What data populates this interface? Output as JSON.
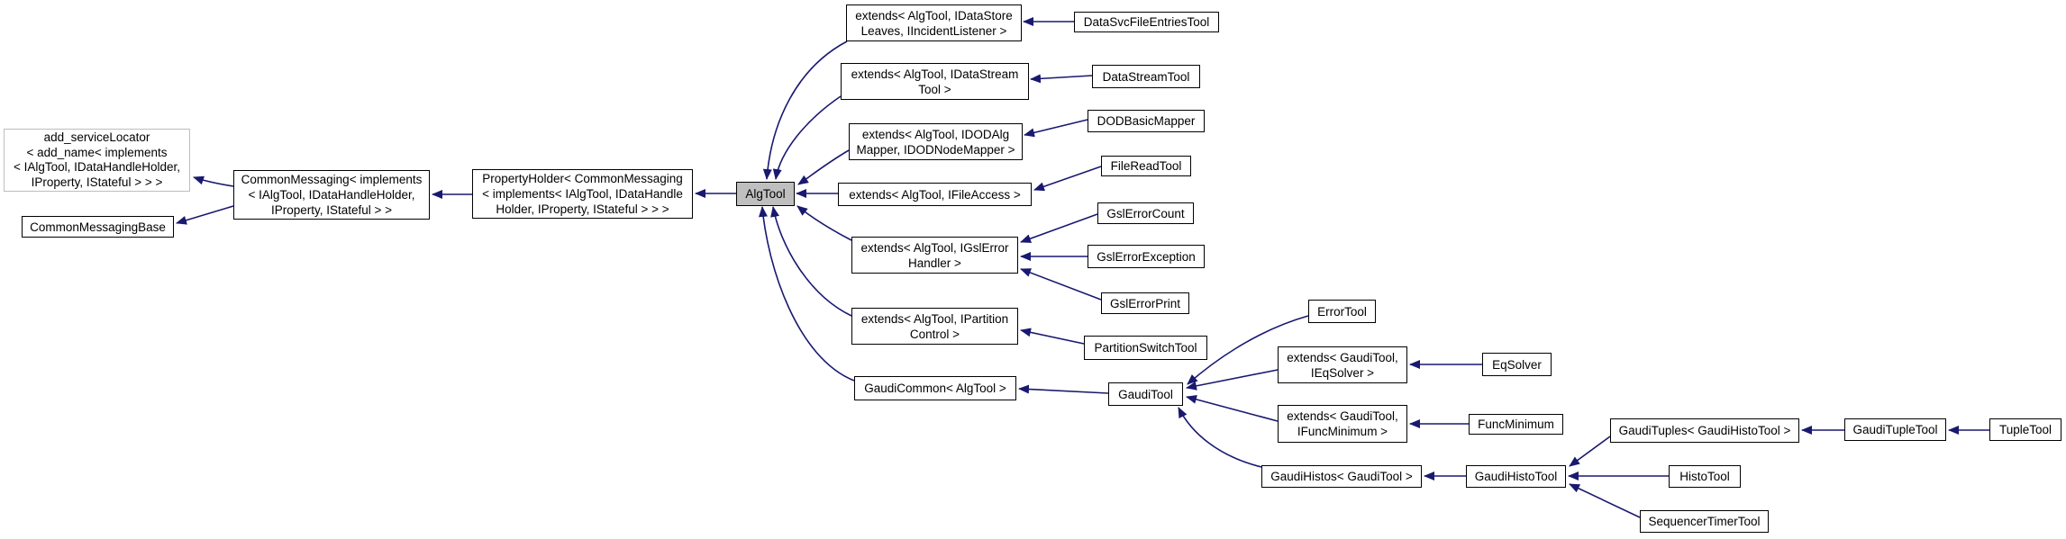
{
  "diagram": {
    "type": "class-inheritance-graph",
    "highlighted_node": "AlgTool"
  },
  "colors": {
    "background": "#ffffff",
    "edge": "#191970",
    "node_border": "#000000",
    "node_fill": "#ffffff",
    "highlight_fill": "#bfbfbf",
    "ghost_border": "#bebebe",
    "text": "#000000"
  },
  "nodes": {
    "add_servicelocator": {
      "label": "add_serviceLocator\n< add_name< implements\n< IAlgTool, IDataHandleHolder,\nIProperty, IStateful > > >"
    },
    "commonmessagingbase": {
      "label": "CommonMessagingBase"
    },
    "commonmessaging": {
      "label": "CommonMessaging< implements\n< IAlgTool, IDataHandleHolder,\nIProperty, IStateful > >"
    },
    "propertyholder": {
      "label": "PropertyHolder< CommonMessaging\n< implements< IAlgTool, IDataHandle\nHolder, IProperty, IStateful > > >"
    },
    "algtool": {
      "label": "AlgTool"
    },
    "ext_datastore": {
      "label": "extends< AlgTool, IDataStore\nLeaves, IIncidentListener >"
    },
    "ext_datastream": {
      "label": "extends< AlgTool, IDataStream\nTool >"
    },
    "ext_dodalg": {
      "label": "extends< AlgTool, IDODAlg\nMapper, IDODNodeMapper >"
    },
    "ext_fileaccess": {
      "label": "extends< AlgTool, IFileAccess >"
    },
    "ext_gslerror": {
      "label": "extends< AlgTool, IGslError\nHandler >"
    },
    "ext_partition": {
      "label": "extends< AlgTool, IPartition\nControl >"
    },
    "gaudicommon": {
      "label": "GaudiCommon< AlgTool >"
    },
    "datasvcfileentriestool": {
      "label": "DataSvcFileEntriesTool"
    },
    "datastreamtool": {
      "label": "DataStreamTool"
    },
    "dodbasicmapper": {
      "label": "DODBasicMapper"
    },
    "filereadtool": {
      "label": "FileReadTool"
    },
    "gslerrorcount": {
      "label": "GslErrorCount"
    },
    "gslerrorexception": {
      "label": "GslErrorException"
    },
    "gslerrorprint": {
      "label": "GslErrorPrint"
    },
    "partitionswitchtool": {
      "label": "PartitionSwitchTool"
    },
    "gauditool": {
      "label": "GaudiTool"
    },
    "errortool": {
      "label": "ErrorTool"
    },
    "ext_eqsolver": {
      "label": "extends< GaudiTool,\nIEqSolver >"
    },
    "ext_funcminimum": {
      "label": "extends< GaudiTool,\nIFuncMinimum >"
    },
    "gaudihistos": {
      "label": "GaudiHistos< GaudiTool >"
    },
    "eqsolver": {
      "label": "EqSolver"
    },
    "funcminimum": {
      "label": "FuncMinimum"
    },
    "gaudihistotool": {
      "label": "GaudiHistoTool"
    },
    "gaudituples": {
      "label": "GaudiTuples< GaudiHistoTool >"
    },
    "histotool": {
      "label": "HistoTool"
    },
    "sequencertimertool": {
      "label": "SequencerTimerTool"
    },
    "gaudituplettool": {
      "label": "GaudiTupleTool"
    },
    "tupletool": {
      "label": "TupleTool"
    }
  },
  "edges": [
    {
      "from": "commonmessaging",
      "to": "add_servicelocator"
    },
    {
      "from": "commonmessaging",
      "to": "commonmessagingbase"
    },
    {
      "from": "propertyholder",
      "to": "commonmessaging"
    },
    {
      "from": "algtool",
      "to": "propertyholder"
    },
    {
      "from": "ext_datastore",
      "to": "algtool"
    },
    {
      "from": "ext_datastream",
      "to": "algtool"
    },
    {
      "from": "ext_dodalg",
      "to": "algtool"
    },
    {
      "from": "ext_fileaccess",
      "to": "algtool"
    },
    {
      "from": "ext_gslerror",
      "to": "algtool"
    },
    {
      "from": "ext_partition",
      "to": "algtool"
    },
    {
      "from": "gaudicommon",
      "to": "algtool"
    },
    {
      "from": "datasvcfileentriestool",
      "to": "ext_datastore"
    },
    {
      "from": "datastreamtool",
      "to": "ext_datastream"
    },
    {
      "from": "dodbasicmapper",
      "to": "ext_dodalg"
    },
    {
      "from": "filereadtool",
      "to": "ext_fileaccess"
    },
    {
      "from": "gslerrorcount",
      "to": "ext_gslerror"
    },
    {
      "from": "gslerrorexception",
      "to": "ext_gslerror"
    },
    {
      "from": "gslerrorprint",
      "to": "ext_gslerror"
    },
    {
      "from": "partitionswitchtool",
      "to": "ext_partition"
    },
    {
      "from": "gauditool",
      "to": "gaudicommon"
    },
    {
      "from": "errortool",
      "to": "gauditool"
    },
    {
      "from": "ext_eqsolver",
      "to": "gauditool"
    },
    {
      "from": "ext_funcminimum",
      "to": "gauditool"
    },
    {
      "from": "gaudihistos",
      "to": "gauditool"
    },
    {
      "from": "eqsolver",
      "to": "ext_eqsolver"
    },
    {
      "from": "funcminimum",
      "to": "ext_funcminimum"
    },
    {
      "from": "gaudihistotool",
      "to": "gaudihistos"
    },
    {
      "from": "gaudituples",
      "to": "gaudihistotool"
    },
    {
      "from": "histotool",
      "to": "gaudihistotool"
    },
    {
      "from": "sequencertimertool",
      "to": "gaudihistotool"
    },
    {
      "from": "gaudituplettool",
      "to": "gaudituples"
    },
    {
      "from": "tupletool",
      "to": "gaudituplettool"
    }
  ]
}
